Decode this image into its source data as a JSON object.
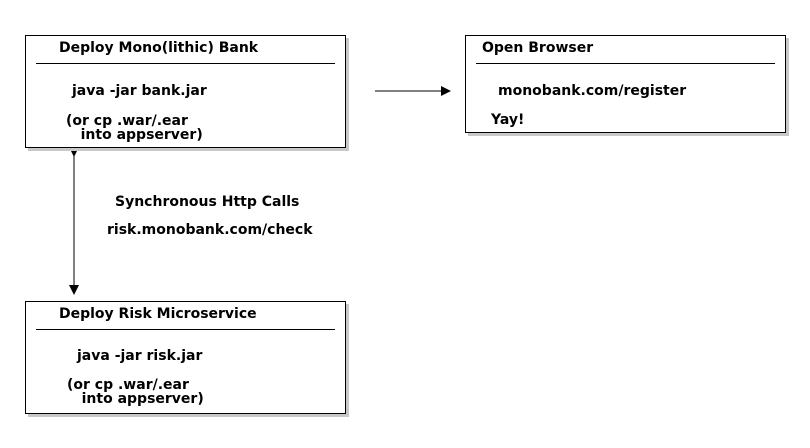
{
  "bank_box": {
    "title": "Deploy Mono(lithic) Bank",
    "command": "java -jar bank.jar",
    "alternative": "(or cp .war/.ear\n   into appserver)"
  },
  "browser_box": {
    "title": "Open Browser",
    "url": "monobank.com/register",
    "result": "Yay!"
  },
  "risk_box": {
    "title": "Deploy Risk Microservice",
    "command": "java -jar risk.jar",
    "alternative": "(or cp .war/.ear\n   into appserver)"
  },
  "connection": {
    "label": "Synchronous Http Calls",
    "endpoint": "risk.monobank.com/check"
  }
}
